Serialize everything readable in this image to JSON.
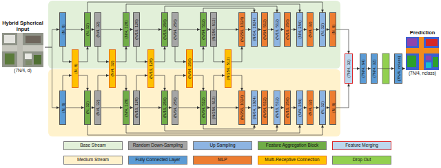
{
  "diagram": {
    "nodes": [
      {
        "text": [
          "Hybrid Spherical Input",
          "(7N/4, d)"
        ]
      },
      {
        "text": [
          "(N, 8)"
        ]
      },
      {
        "text": [
          "(N, 32)"
        ]
      },
      {
        "text": [
          "(N/4, 32)"
        ]
      },
      {
        "text": [
          "(N/4, 128)"
        ]
      },
      {
        "text": [
          "(N/16, 128)"
        ]
      },
      {
        "text": [
          "(N/16, 256)"
        ]
      },
      {
        "text": [
          "(N/64, 256)"
        ]
      },
      {
        "text": [
          "(N/64, 512)"
        ]
      },
      {
        "text": [
          "(N/256, 512)"
        ]
      },
      {
        "text": [
          "(N/256, 1024)"
        ]
      },
      {
        "text": [
          "(N/64, 1024)"
        ]
      },
      {
        "text": [
          "(N/64, 512)"
        ]
      },
      {
        "text": [
          "(N/16, 512)"
        ]
      },
      {
        "text": [
          "(N/16, 256)"
        ]
      },
      {
        "text": [
          "(N/4, 256)"
        ]
      },
      {
        "text": [
          "(N/4, 32)"
        ]
      },
      {
        "text": [
          "(N, 32)"
        ]
      },
      {
        "text": [
          "(N, 8)"
        ]
      },
      {
        "text": [
          "(N, 8)"
        ]
      },
      {
        "text": [
          "(N/4, 32)"
        ]
      },
      {
        "text": [
          "(N/16, 128)"
        ]
      },
      {
        "text": [
          "(N/64, 256)"
        ]
      },
      {
        "text": [
          "(N/256, 512)"
        ]
      },
      {
        "text": [
          "(N, 8)"
        ]
      },
      {
        "text": [
          "(N, 32)"
        ]
      },
      {
        "text": [
          "(N/4, 32)"
        ]
      },
      {
        "text": [
          "(N/4, 128)"
        ]
      },
      {
        "text": [
          "(N/16, 128)"
        ]
      },
      {
        "text": [
          "(N/16, 256)"
        ]
      },
      {
        "text": [
          "(N/64, 256)"
        ]
      },
      {
        "text": [
          "(N/64, 512)"
        ]
      },
      {
        "text": [
          "(N/256, 512)"
        ]
      },
      {
        "text": [
          "(N/256, 1024)"
        ]
      },
      {
        "text": [
          "(N/64, 1024)"
        ]
      },
      {
        "text": [
          "(N/64, 512)"
        ]
      },
      {
        "text": [
          "(N/16, 512)"
        ]
      },
      {
        "text": [
          "(N/16, 256)"
        ]
      },
      {
        "text": [
          "(N/4, 256)"
        ]
      },
      {
        "text": [
          "(N/4, 32)"
        ]
      },
      {
        "text": [
          "(N, 32)"
        ]
      },
      {
        "text": [
          "(N, 8)"
        ]
      },
      {
        "text": [
          "(7N/4, 32)"
        ]
      },
      {
        "text": [
          "(7N/4, 64)"
        ]
      },
      {
        "text": [
          "(7N/4, 32)"
        ]
      },
      {
        "text": [
          "(7N/4, nclass)"
        ]
      },
      {
        "text": [
          "Prediction",
          "(7N/4, nclass)"
        ]
      }
    ],
    "edges": [
      {
        "from": 0,
        "to": 1,
        "arrow": "to"
      },
      {
        "from": 0,
        "to": 24,
        "arrow": "to"
      },
      {
        "from": 1,
        "to": 2,
        "arrow": "to"
      },
      {
        "from": 2,
        "to": 3,
        "arrow": "to"
      },
      {
        "from": 3,
        "to": 4,
        "arrow": "to"
      },
      {
        "from": 4,
        "to": 5,
        "arrow": "to"
      },
      {
        "from": 5,
        "to": 6,
        "arrow": "to"
      },
      {
        "from": 6,
        "to": 7,
        "arrow": "to"
      },
      {
        "from": 7,
        "to": 8,
        "arrow": "to"
      },
      {
        "from": 8,
        "to": 9,
        "arrow": "to"
      },
      {
        "from": 9,
        "to": 10,
        "arrow": "to"
      },
      {
        "from": 10,
        "to": 11,
        "arrow": "to"
      },
      {
        "from": 11,
        "to": 12,
        "arrow": "to"
      },
      {
        "from": 12,
        "to": 13,
        "arrow": "to"
      },
      {
        "from": 13,
        "to": 14,
        "arrow": "to"
      },
      {
        "from": 14,
        "to": 15,
        "arrow": "to"
      },
      {
        "from": 15,
        "to": 16,
        "arrow": "to"
      },
      {
        "from": 16,
        "to": 17,
        "arrow": "to"
      },
      {
        "from": 17,
        "to": 18,
        "arrow": "to"
      },
      {
        "from": 24,
        "to": 25,
        "arrow": "to"
      },
      {
        "from": 25,
        "to": 26,
        "arrow": "to"
      },
      {
        "from": 26,
        "to": 27,
        "arrow": "to"
      },
      {
        "from": 27,
        "to": 28,
        "arrow": "to"
      },
      {
        "from": 28,
        "to": 29,
        "arrow": "to"
      },
      {
        "from": 29,
        "to": 30,
        "arrow": "to"
      },
      {
        "from": 30,
        "to": 31,
        "arrow": "to"
      },
      {
        "from": 31,
        "to": 32,
        "arrow": "to"
      },
      {
        "from": 32,
        "to": 33,
        "arrow": "to"
      },
      {
        "from": 33,
        "to": 34,
        "arrow": "to"
      },
      {
        "from": 34,
        "to": 35,
        "arrow": "to"
      },
      {
        "from": 35,
        "to": 36,
        "arrow": "to"
      },
      {
        "from": 36,
        "to": 37,
        "arrow": "to"
      },
      {
        "from": 37,
        "to": 38,
        "arrow": "to"
      },
      {
        "from": 38,
        "to": 39,
        "arrow": "to"
      },
      {
        "from": 39,
        "to": 40,
        "arrow": "to"
      },
      {
        "from": 40,
        "to": 41,
        "arrow": "to"
      },
      {
        "from": 2,
        "to": 17,
        "arrow": "to"
      },
      {
        "from": 4,
        "to": 15,
        "arrow": "to"
      },
      {
        "from": 6,
        "to": 13,
        "arrow": "to"
      },
      {
        "from": 8,
        "to": 11,
        "arrow": "to"
      },
      {
        "from": 25,
        "to": 40,
        "arrow": "to"
      },
      {
        "from": 27,
        "to": 38,
        "arrow": "to"
      },
      {
        "from": 29,
        "to": 36,
        "arrow": "to"
      },
      {
        "from": 31,
        "to": 34,
        "arrow": "to"
      },
      {
        "from": 1,
        "to": 19,
        "arrow": "to"
      },
      {
        "from": 24,
        "to": 19,
        "arrow": "to"
      },
      {
        "from": 19,
        "to": 2,
        "arrow": "to"
      },
      {
        "from": 19,
        "to": 25,
        "arrow": "to"
      },
      {
        "from": 3,
        "to": 20,
        "arrow": "to"
      },
      {
        "from": 26,
        "to": 20,
        "arrow": "to"
      },
      {
        "from": 20,
        "to": 4,
        "arrow": "to"
      },
      {
        "from": 20,
        "to": 27,
        "arrow": "to"
      },
      {
        "from": 5,
        "to": 21,
        "arrow": "to"
      },
      {
        "from": 28,
        "to": 21,
        "arrow": "to"
      },
      {
        "from": 21,
        "to": 6,
        "arrow": "to"
      },
      {
        "from": 21,
        "to": 29,
        "arrow": "to"
      },
      {
        "from": 7,
        "to": 22,
        "arrow": "to"
      },
      {
        "from": 30,
        "to": 22,
        "arrow": "to"
      },
      {
        "from": 22,
        "to": 8,
        "arrow": "to"
      },
      {
        "from": 22,
        "to": 31,
        "arrow": "to"
      },
      {
        "from": 9,
        "to": 23,
        "arrow": "to"
      },
      {
        "from": 32,
        "to": 23,
        "arrow": "to"
      },
      {
        "from": 23,
        "to": 10,
        "arrow": "to"
      },
      {
        "from": 23,
        "to": 33,
        "arrow": "to"
      },
      {
        "from": 18,
        "to": 42,
        "arrow": "to"
      },
      {
        "from": 41,
        "to": 42,
        "arrow": "to"
      },
      {
        "from": 42,
        "to": 43,
        "arrow": "to"
      },
      {
        "from": 43,
        "to": 44,
        "arrow": "to"
      },
      {
        "from": 44,
        "to": 45,
        "arrow": "to"
      },
      {
        "from": 45,
        "to": 46,
        "arrow": "to"
      }
    ],
    "legend": [
      {
        "text": "Base Stream",
        "color": "#e2f0d9"
      },
      {
        "text": "Random Down-Sampling",
        "color": "#a5a5a5"
      },
      {
        "text": "Up Sampling",
        "color": "#8db4e2"
      },
      {
        "text": "Feature Aggregation Block",
        "color": "#70ad47"
      },
      {
        "text": "Feature Merging",
        "color": "#bdd7ee"
      },
      {
        "text": "Medium Stream",
        "color": "#fff2cc"
      },
      {
        "text": "Fully Connected Layer",
        "color": "#5b9bd5"
      },
      {
        "text": "MLP",
        "color": "#ed7d31"
      },
      {
        "text": "Multi-Receptive Connection",
        "color": "#ffc000"
      },
      {
        "text": "Drop Out",
        "color": "#92d050"
      }
    ]
  }
}
